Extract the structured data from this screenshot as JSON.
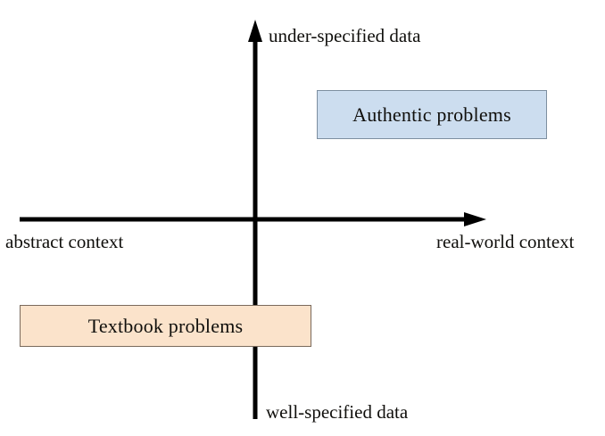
{
  "diagram": {
    "type": "quadrant-matrix",
    "title": "",
    "axes": {
      "vertical": {
        "name": "data specification",
        "top_label": "under-specified data",
        "bottom_label": "well-specified data",
        "arrow_at": "top",
        "color": "#000000"
      },
      "horizontal": {
        "name": "context",
        "left_label": "abstract context",
        "right_label": "real-world context",
        "arrow_at": "right",
        "color": "#000000"
      }
    },
    "boxes": [
      {
        "id": "authentic",
        "label": "Authentic problems",
        "quadrant": "top-right",
        "fill": "#ccddef",
        "stroke": "#7d8fa0"
      },
      {
        "id": "textbook",
        "label": "Textbook problems",
        "quadrant": "bottom-left",
        "fill": "#fbe3cb",
        "stroke": "#7a6a5c"
      }
    ]
  }
}
